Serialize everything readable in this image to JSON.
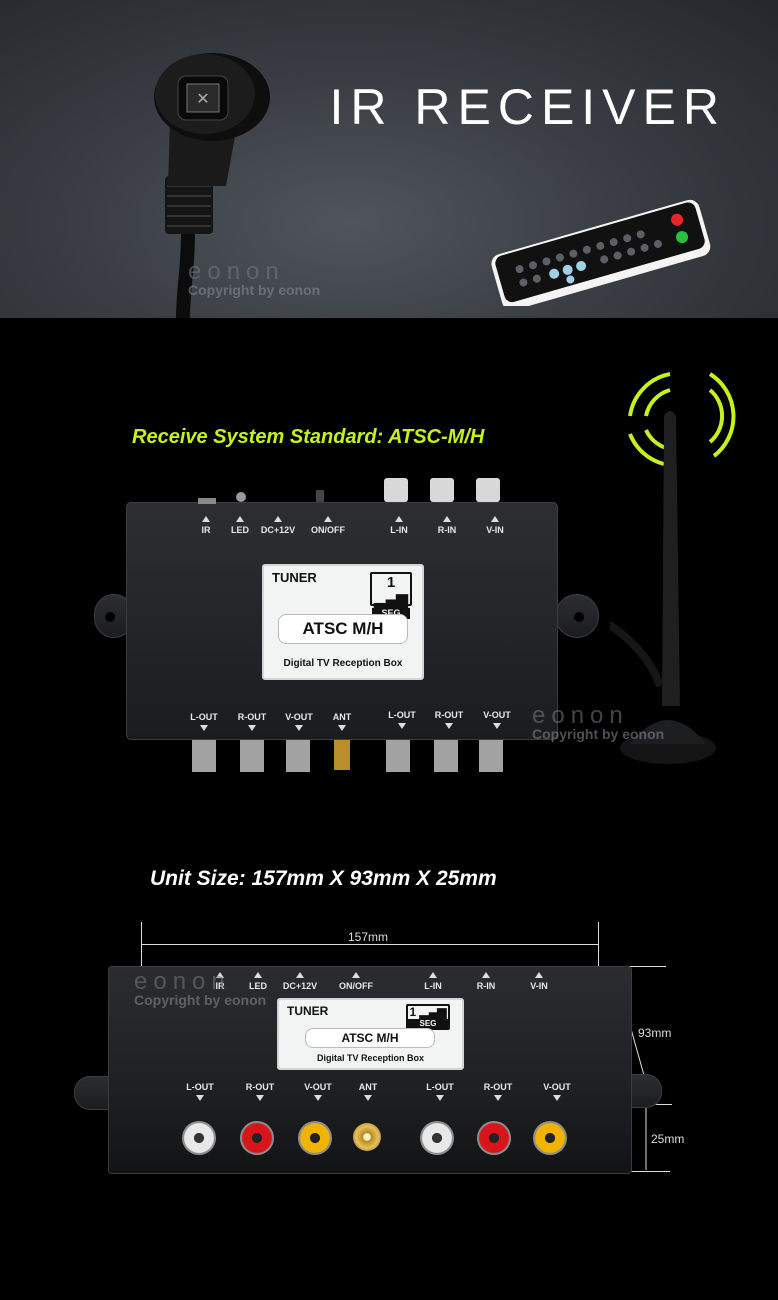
{
  "header": {
    "title": "IR RECEIVER"
  },
  "watermark": {
    "logo": "eonon",
    "text": "Copyright by eonon"
  },
  "section1": {
    "heading": "Receive System Standard: ATSC-M/H",
    "top_ports": [
      "IR",
      "LED",
      "DC+12V",
      "ON/OFF",
      "L-IN",
      "R-IN",
      "V-IN"
    ],
    "bottom_ports": [
      "L-OUT",
      "R-OUT",
      "V-OUT",
      "ANT",
      "L-OUT",
      "R-OUT",
      "V-OUT"
    ]
  },
  "sticker": {
    "tuner": "TUNER",
    "seg_num": "1",
    "seg_label": "SEG",
    "standard": "ATSC M/H",
    "desc": "Digital TV Reception Box"
  },
  "section2": {
    "heading": "Unit Size: 157mm X 93mm X 25mm",
    "width_label": "157mm",
    "depth_label": "93mm",
    "height_label": "25mm"
  },
  "colors": {
    "accent_green": "#c4f21a",
    "jack_white": "#e8e8e8",
    "jack_red": "#d9141b",
    "jack_yellow": "#f0b400"
  }
}
